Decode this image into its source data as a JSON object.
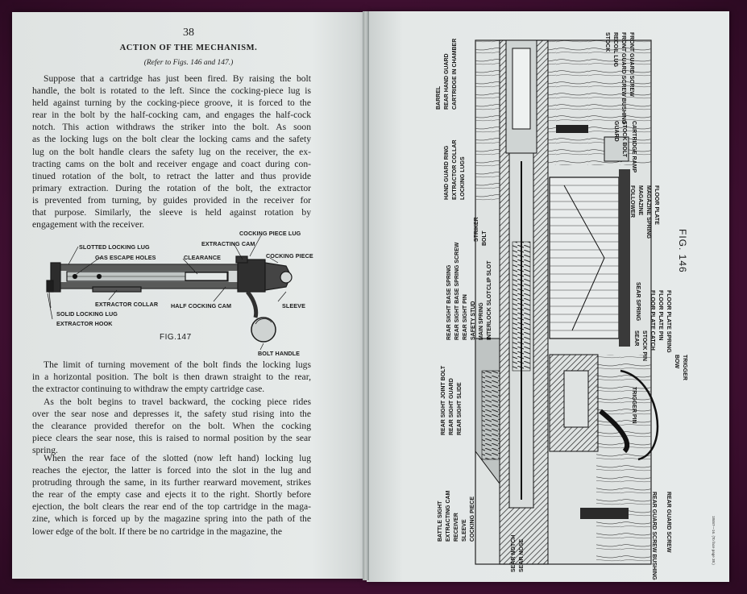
{
  "left_page": {
    "page_number": "38",
    "title": "ACTION OF THE MECHANISM.",
    "reference": "(Refer to Figs. 146 and 147.)",
    "paragraph_1": [
      "Suppose that a cartridge has just been fired.  By raising the bolt",
      "handle, the bolt is rotated to the left.  Since the cocking-piece lug is",
      "held against turning by the cocking-piece groove, it is forced to the",
      "rear in the bolt by the half-cocking cam, and engages the half-cock",
      "notch.  This action withdraws the striker into the bolt.  As soon",
      "as the locking lugs on the bolt clear the locking cams and the safety",
      "lug on the bolt handle clears the safety lug on the receiver, the ex-",
      "tracting cams on the bolt and receiver engage and coact during con-",
      "tinued rotation of the bolt, to retract the latter and thus provide",
      "primary extraction.  During the rotation of the bolt, the extractor",
      "is prevented from turning, by guides provided in the receiver for",
      "that purpose.  Similarly, the sleeve is held against rotation by",
      "engagement with the receiver."
    ],
    "paragraph_2": [
      "The limit of turning movement of the bolt finds the locking lugs",
      "in a horizontal position.  The bolt is then drawn straight to the rear,",
      "the extractor continuing to withdraw the empty cartridge case."
    ],
    "paragraph_3": [
      "As the bolt begins to travel backward, the cocking piece rides",
      "over the sear nose and depresses it, the safety stud rising into the",
      "the clearance provided therefor on the bolt.  When the cocking",
      "piece clears the sear nose, this is raised to normal position by the sear",
      "spring."
    ],
    "paragraph_4": [
      "When the rear face of the slotted (now left hand) locking lug",
      "reaches the ejector, the latter is forced into the slot in the lug and",
      "protruding through the same, in its further rearward movement, strikes",
      "the rear of the empty case and ejects it to the right.  Shortly before",
      "ejection, the bolt clears the rear end of the top cartridge in the maga-",
      "zine, which is forced up by the magazine spring into the path of the",
      "lower edge of the bolt.  If there be no cartridge in the magazine, the"
    ],
    "fig147": {
      "caption": "FIG.147",
      "labels": {
        "cocking_piece_lug": "COCKING PIECE LUG",
        "extracting_cam": "EXTRACTING CAM",
        "slotted_locking_lug": "SLOTTED LOCKING LUG",
        "gas_escape_holes": "GAS ESCAPE HOLES",
        "clearance": "CLEARANCE",
        "cocking_piece": "COCKING PIECE",
        "extractor_collar": "EXTRACTOR COLLAR",
        "half_cocking_cam": "HALF COCKING CAM",
        "sleeve": "SLEEVE",
        "solid_locking_lug": "SOLID LOCKING LUG",
        "extractor_hook": "EXTRACTOR HOOK",
        "bolt_handle": "BOLT HANDLE"
      }
    }
  },
  "right_page": {
    "fig146": {
      "caption": "FIG. 146",
      "left_labels": [
        "BARREL",
        "REAR HAND GUARD",
        "CARTRIDGE IN CHAMBER",
        "HAND GUARD RING",
        "EXTRACTOR COLLAR",
        "LOCKING LUGS",
        "STRIKER",
        "BOLT",
        "REAR SIGHT BASE SPRING",
        "REAR SIGHT BASE SPRING SCREW",
        "REAR SIGHT PIN",
        "SAFETY STUD",
        "MAIN SPRING",
        "CLIP SLOT",
        "INTERLOCK SLOT",
        "REAR SIGHT JOINT BOLT",
        "REAR SIGHT GUARD",
        "REAR SIGHT SLIDE",
        "BATTLE SIGHT",
        "EXTRACTING CAM",
        "RECEIVER",
        "SLEEVE",
        "COCKING PIECE",
        "SEAR NOTCH",
        "SEAR NOSE"
      ],
      "right_labels": [
        "STOCK",
        "RECOIL LUG",
        "FRONT GUARD SCREW BUSHING",
        "FRONT GUARD SCREW",
        "GUARD",
        "STOCK BOLT",
        "CARTRIDGE RAMP",
        "FOLLOWER",
        "MAGAZINE",
        "MAGAZINE SPRING",
        "FLOOR PLATE",
        "SEAR SPRING",
        "SEAR",
        "STOCK PIN",
        "FLOOR PLATE CATCH",
        "FLOOR PLATE PIN",
        "FLOOR PLATE SPRING",
        "BOW",
        "TRIGGER",
        "TRIGGER PIN",
        "REAR GUARD SCREW BUSHING",
        "REAR GUARD SCREW"
      ],
      "printer_note": "18467—16.  (To face page 38.)"
    }
  }
}
